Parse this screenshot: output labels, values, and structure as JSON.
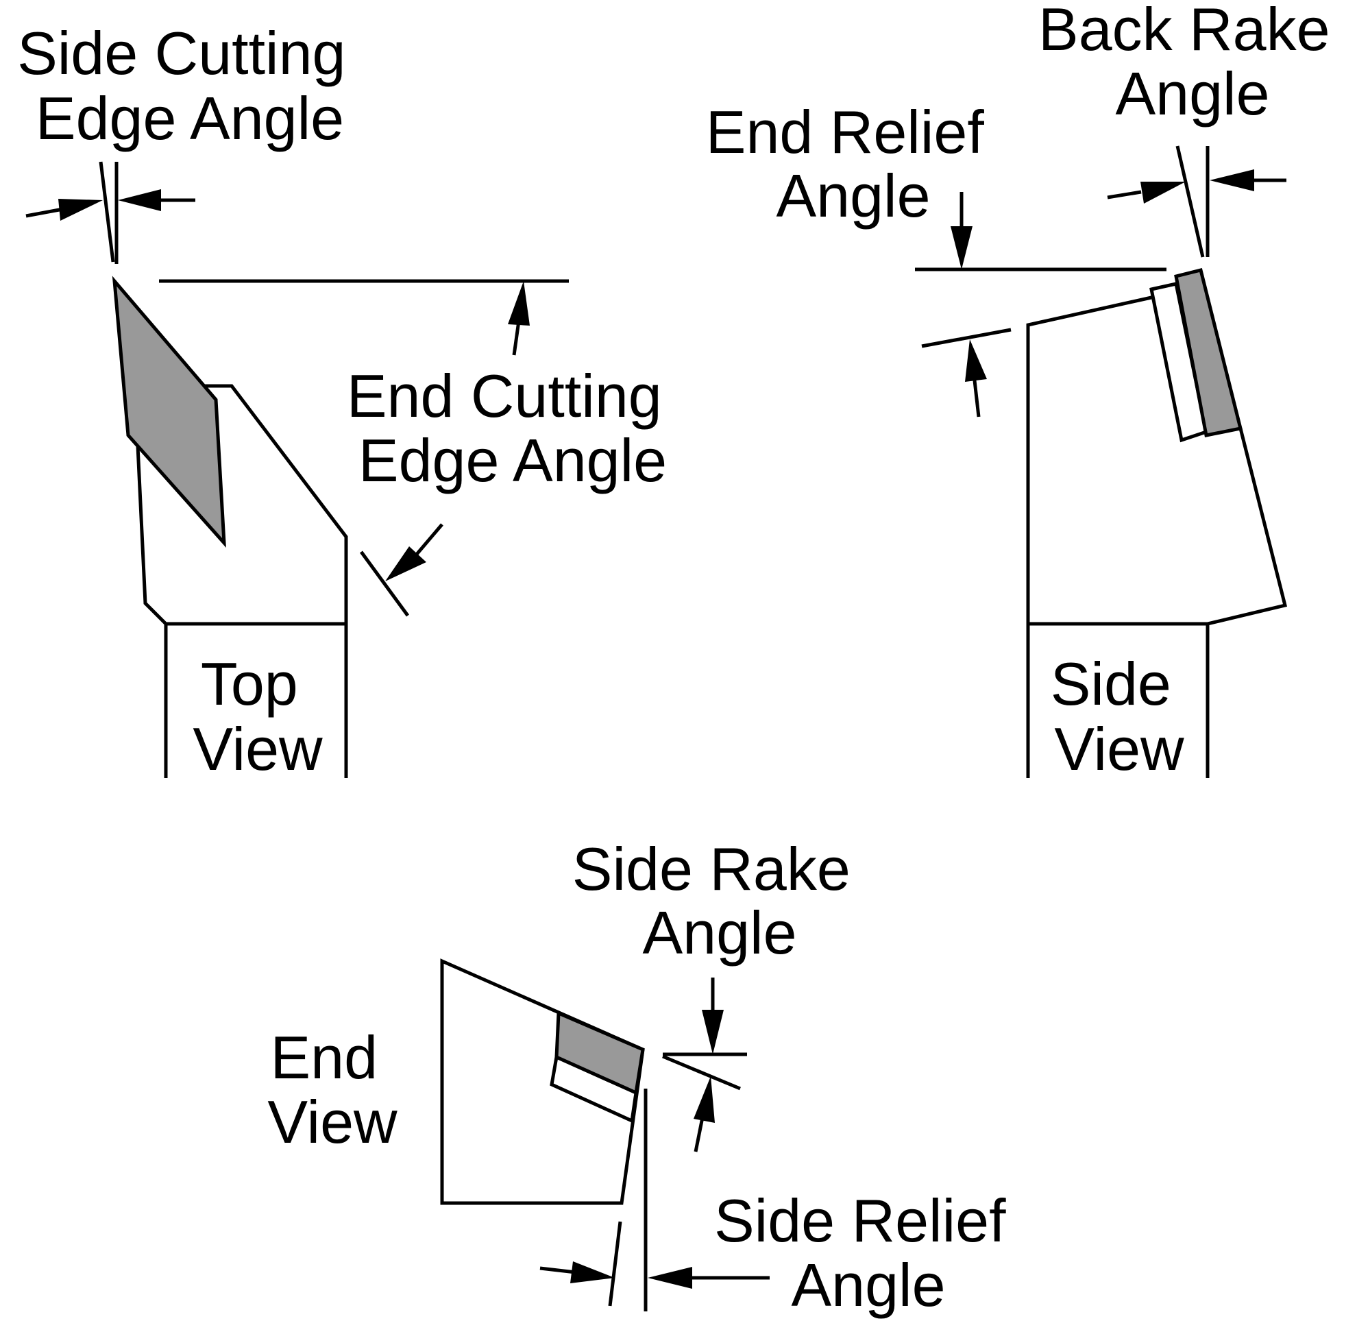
{
  "labels": {
    "side_cutting_edge_angle": [
      "Side Cutting",
      "Edge Angle"
    ],
    "end_cutting_edge_angle": [
      "End Cutting",
      "Edge Angle"
    ],
    "top_view": [
      "Top",
      "View"
    ],
    "back_rake_angle": [
      "Back Rake",
      "Angle"
    ],
    "end_relief_angle": [
      "End Relief",
      "Angle"
    ],
    "side_view": [
      "Side",
      "View"
    ],
    "side_rake_angle": [
      "Side Rake",
      "Angle"
    ],
    "end_view": [
      "End",
      "View"
    ],
    "side_relief_angle": [
      "Side Relief",
      "Angle"
    ]
  },
  "colors": {
    "ink": "#000000",
    "insert_fill": "#999999",
    "background": "#ffffff"
  }
}
